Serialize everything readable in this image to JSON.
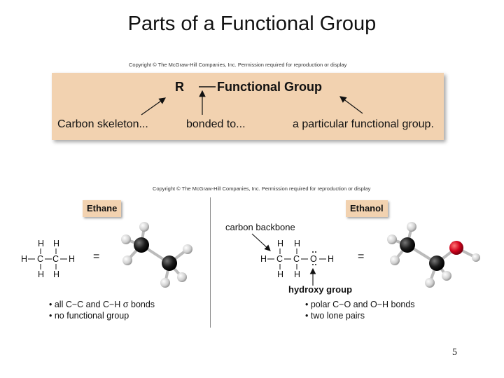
{
  "page": {
    "title": "Parts of a Functional Group",
    "page_number": "5"
  },
  "top_panel": {
    "copyright": "Copyright © The McGraw-Hill Companies, Inc. Permission required for reproduction or display",
    "r_label": "R",
    "functional_group": "Functional Group",
    "carbon_skeleton": "Carbon skeleton...",
    "bonded_to": "bonded to...",
    "particular": "a particular functional group."
  },
  "bottom_panel": {
    "copyright": "Copyright © The McGraw-Hill Companies, Inc. Permission required for reproduction or display",
    "ethane": {
      "name": "Ethane",
      "equals": "=",
      "bullets": [
        "• all C−C and C−H σ bonds",
        "• no functional group"
      ]
    },
    "ethanol": {
      "name": "Ethanol",
      "equals": "=",
      "carbon_backbone": "carbon backbone",
      "hydroxy_group": "hydroxy group",
      "bullets": [
        "• polar C−O and O−H bonds",
        "• two lone pairs"
      ]
    }
  },
  "colors": {
    "panel_bg": "#f2d2b0",
    "carbon_atom": "#1a1a1a",
    "hydrogen_atom": "#dcdcdc",
    "oxygen_atom": "#d0021b"
  }
}
